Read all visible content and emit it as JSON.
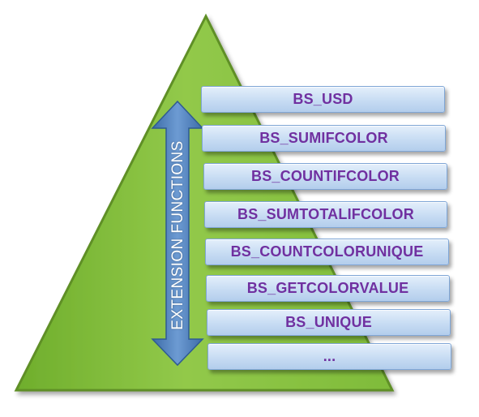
{
  "diagram": {
    "arrow_label": "EXTENSION FUNCTIONS",
    "functions": [
      "BS_USD",
      "BS_SUMIFCOLOR",
      "BS_COUNTIFCOLOR",
      "BS_SUMTOTALIFCOLOR",
      "BS_COUNTCOLORUNIQUE",
      "BS_GETCOLORVALUE",
      "BS_UNIQUE",
      "..."
    ],
    "colors": {
      "pyramid": "#8cc43c",
      "pyramid_edge": "#5e8f25",
      "box_fill": "#c7dcf3",
      "box_border": "#7fa6d6",
      "label_text": "#7030a0",
      "arrow": "#4f7fbd"
    }
  }
}
